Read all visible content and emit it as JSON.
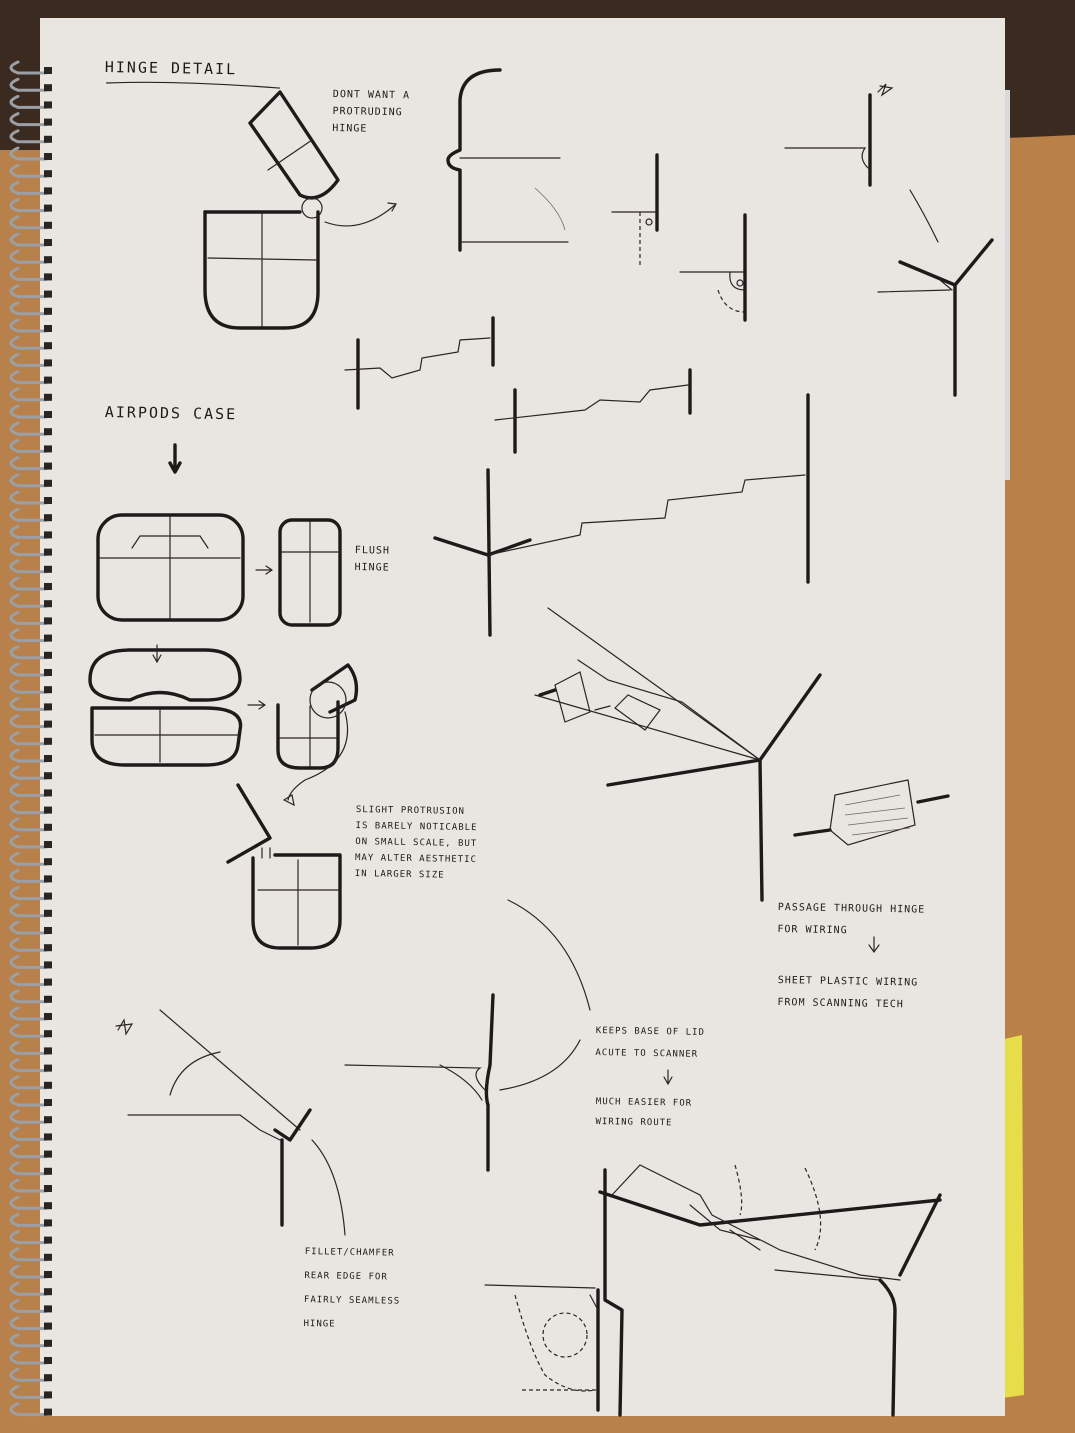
{
  "colors": {
    "desk": "#b8804a",
    "desk_dark": "#3b2a20",
    "paper": "#e9e6e1",
    "ink": "#1f1a1a",
    "sticky_note": "#e7dc4a",
    "spiral": "#9aa0a6"
  },
  "notes": {
    "heading_hinge": "HINGE DETAIL",
    "dont_want": [
      "DONT WANT A",
      "PROTRUDING",
      "HINGE"
    ],
    "heading_airpods": "AIRPODS CASE",
    "flush_hinge": [
      "FLUSH",
      "HINGE"
    ],
    "slight_protrusion": [
      "SLIGHT PROTRUSION",
      "IS BARELY NOTICABLE",
      "ON SMALL SCALE, BUT",
      "MAY ALTER AESTHETIC",
      "IN LARGER SIZE"
    ],
    "passage": [
      "PASSAGE THROUGH HINGE",
      "FOR WIRING"
    ],
    "sheet_plastic": [
      "SHEET PLASTIC WIRING",
      "FROM SCANNING TECH"
    ],
    "keeps_base": [
      "KEEPS BASE OF LID",
      "ACUTE TO SCANNER"
    ],
    "much_easier": [
      "MUCH EASIER FOR",
      "WIRING ROUTE"
    ],
    "fillet": [
      "FILLET/CHAMFER",
      "REAR EDGE FOR",
      "FAIRLY SEAMLESS",
      "HINGE"
    ]
  }
}
